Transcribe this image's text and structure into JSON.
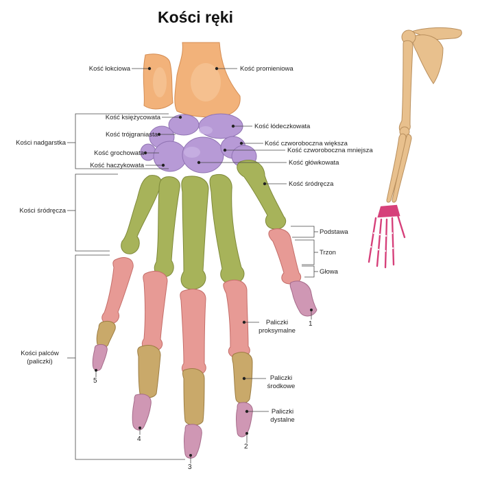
{
  "title": "Kości ręki",
  "colors": {
    "ulna_radius": "#f2b27a",
    "carpals": "#b79ad6",
    "metacarpals": "#a7b35a",
    "proximal": "#e79a95",
    "middle": "#c9a96a",
    "distal": "#cf97b4",
    "arm_bone": "#e8c08d",
    "arm_hand": "#d6407a"
  },
  "labels": {
    "ulna": "Kość łokciowa",
    "radius": "Kość promieniowa",
    "lunate": "Kość księżycowata",
    "scaphoid": "Kość łódeczkowata",
    "triquetrum": "Kość trójgraniasta",
    "trapezium": "Kość czworoboczna większa",
    "pisiform": "Kość grochowata",
    "trapezoid": "Kość czworoboczna mniejsza",
    "hamate": "Kość haczykowata",
    "capitate": "Kość główkowata",
    "metacarpal": "Kość śródręcza",
    "base": "Podstawa",
    "shaft": "Trzon",
    "head": "Głowa",
    "carpals_group": "Kości nadgarstka",
    "metacarpals_group": "Kości śródręcza",
    "phalanges_group_line1": "Kości palców",
    "phalanges_group_line2": "(paliczki)",
    "proximal_line1": "Paliczki",
    "proximal_line2": "proksymalne",
    "middle_line1": "Paliczki",
    "middle_line2": "środkowe",
    "distal_line1": "Paliczki",
    "distal_line2": "dystalne"
  },
  "finger_numbers": [
    "1",
    "2",
    "3",
    "4",
    "5"
  ]
}
